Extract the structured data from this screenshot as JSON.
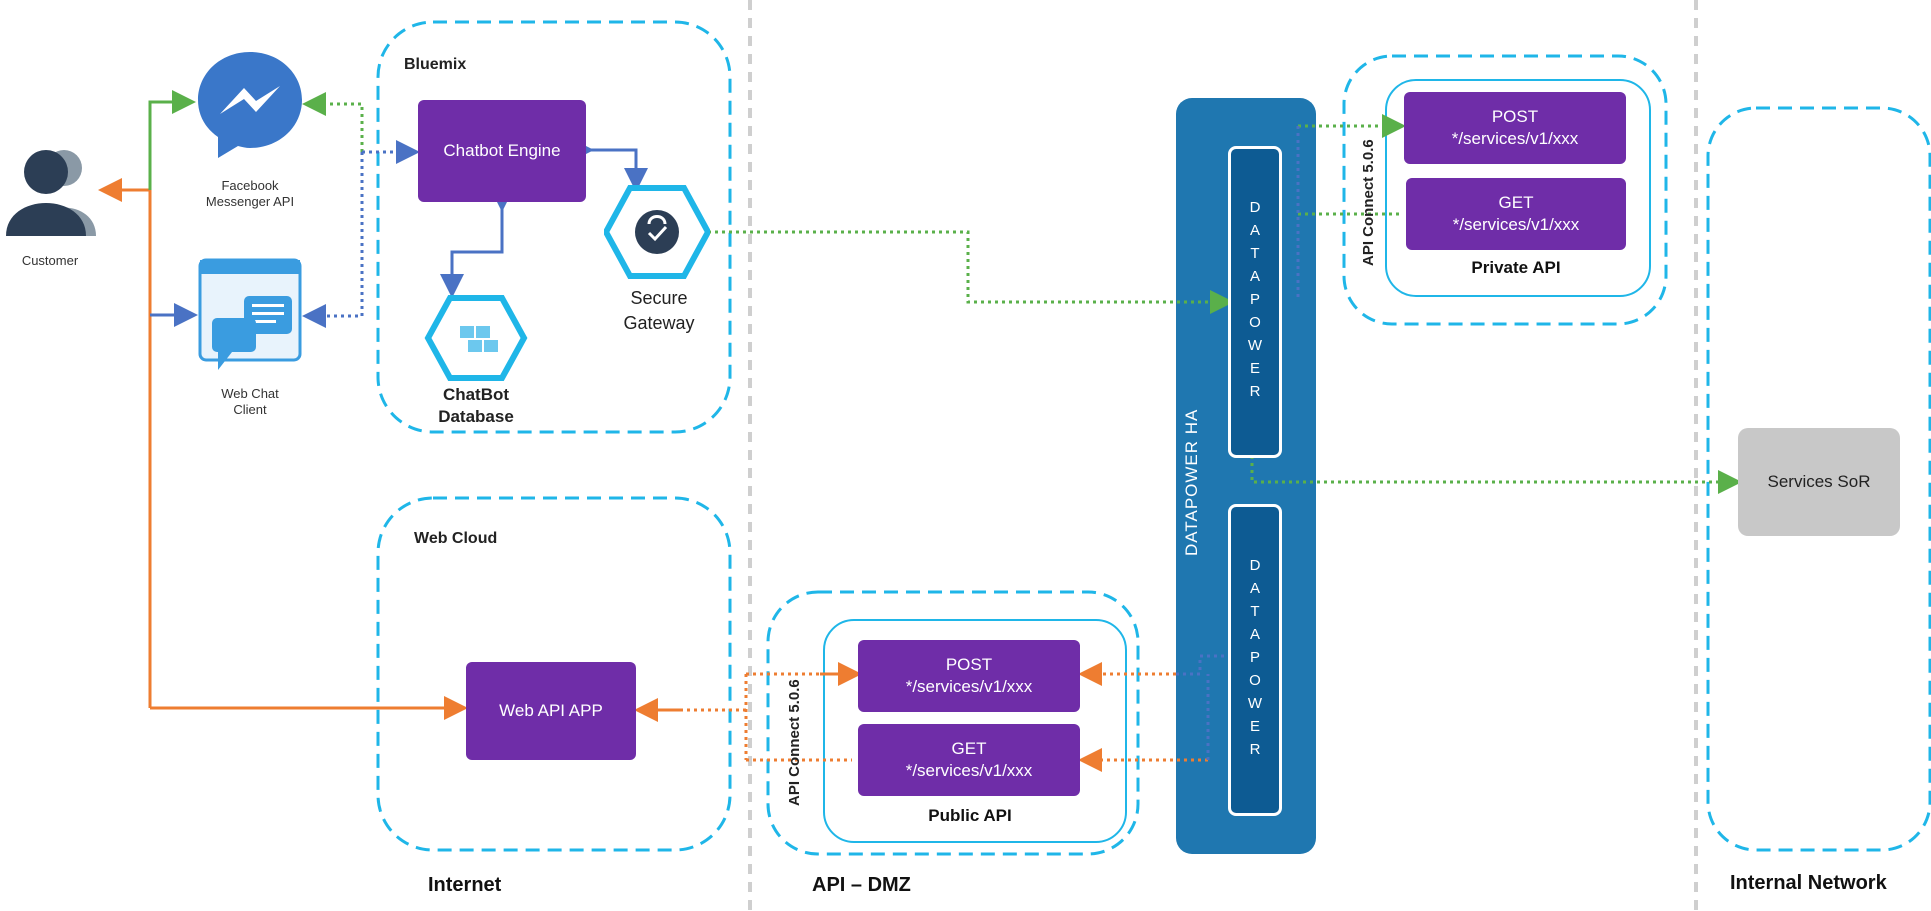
{
  "zones": {
    "internet": "Internet",
    "api_dmz": "API – DMZ",
    "internal_network": "Internal Network"
  },
  "groups": {
    "bluemix": "Bluemix",
    "web_cloud": "Web Cloud"
  },
  "actors": {
    "customer": "Customer",
    "facebook_line1": "Facebook",
    "facebook_line2": "Messenger API",
    "webchat_line1": "Web Chat",
    "webchat_line2": "Client"
  },
  "bluemix": {
    "chatbot_engine": "Chatbot Engine",
    "secure_gateway_line1": "Secure",
    "secure_gateway_line2": "Gateway",
    "db_line1": "ChatBot",
    "db_line2": "Database"
  },
  "web_cloud": {
    "web_api_app": "Web API APP"
  },
  "public_api": {
    "side_label": "API Connect  5.0.6",
    "post_method": "POST",
    "post_path": "*/services/v1/xxx",
    "get_method": "GET",
    "get_path": "*/services/v1/xxx",
    "title": "Public API"
  },
  "private_api": {
    "side_label": "API Connect  5.0.6",
    "post_method": "POST",
    "post_path": "*/services/v1/xxx",
    "get_method": "GET",
    "get_path": "*/services/v1/xxx",
    "title": "Private API"
  },
  "datapower": {
    "ha_label": "DATAPOWER  HA",
    "node_top": "DATAPOWER",
    "node_bottom": "DATAPOWER"
  },
  "internal": {
    "services_sor": "Services SoR"
  },
  "colors": {
    "purple": "#6f2da8",
    "datapower_blue": "#1f77b0",
    "dashed_cyan": "#1fb6e8",
    "orange": "#ee7d31",
    "green": "#5ab04a",
    "blue_arrow": "#4a72c4"
  }
}
